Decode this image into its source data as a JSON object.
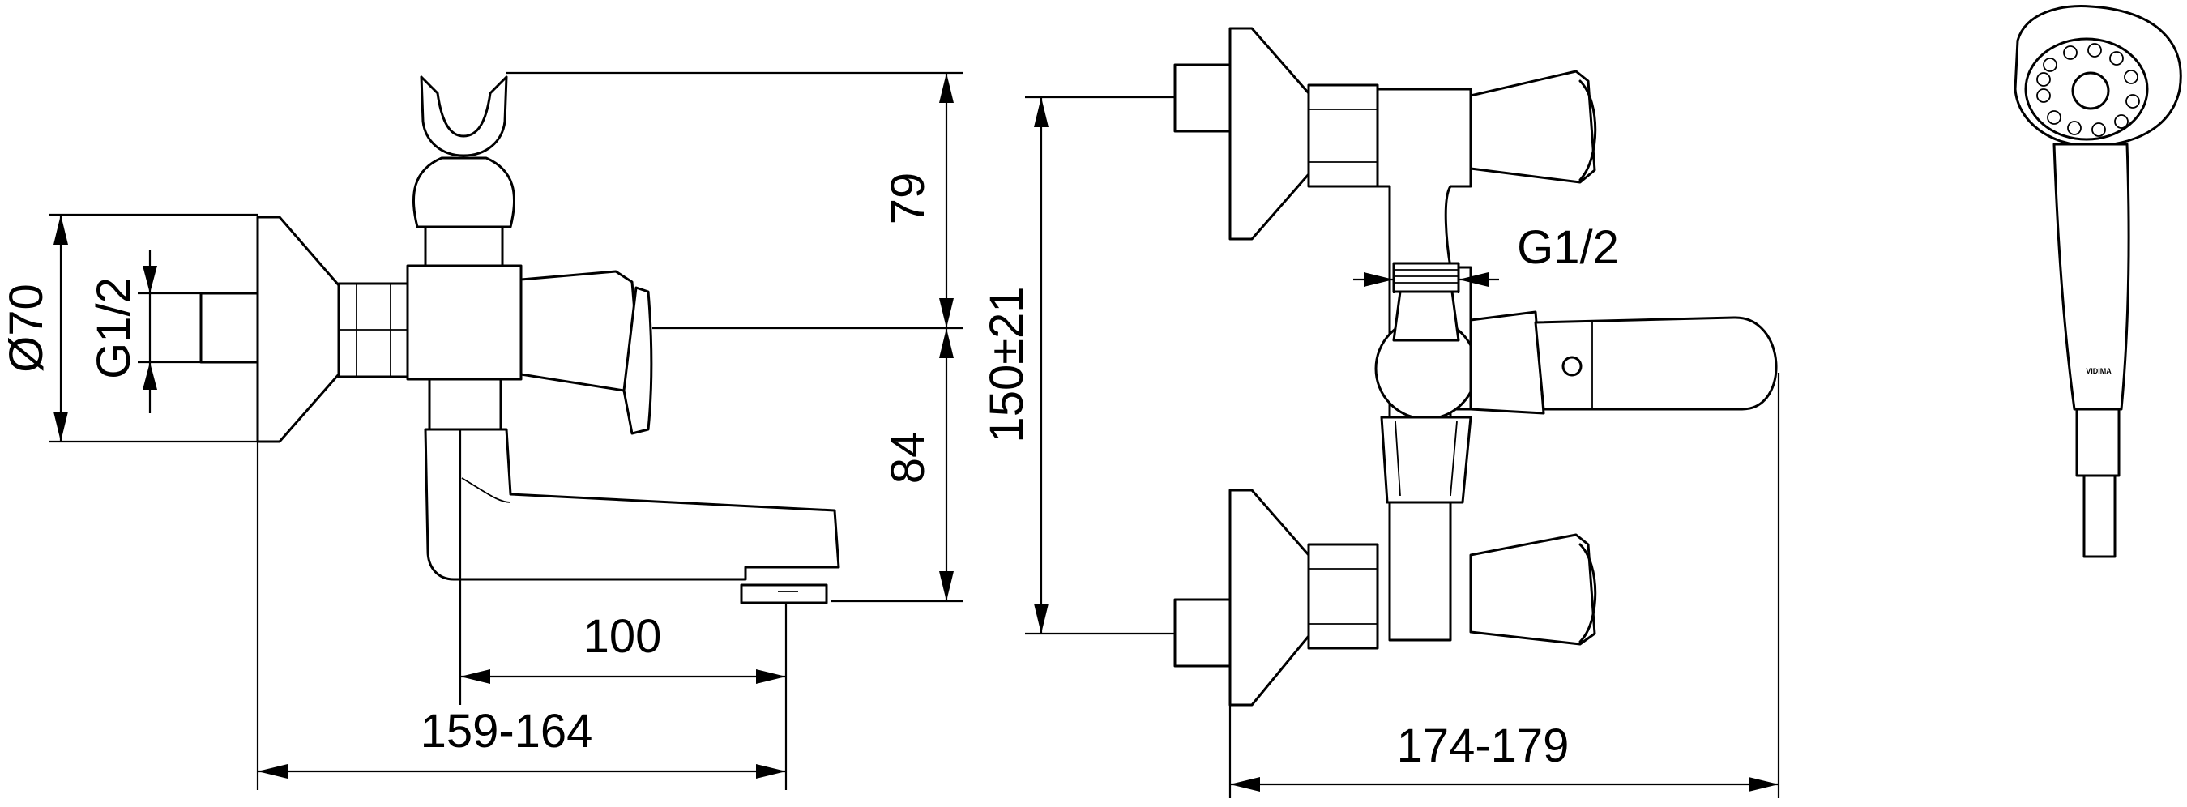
{
  "dimensions": {
    "side_flange_diameter": "Ø70",
    "side_inlet_thread": "G1/2",
    "holder_height": "79",
    "spout_drop": "84",
    "spout_reach": "100",
    "side_total_depth": "159-164",
    "front_center_distance": "150±21",
    "front_outlet_thread": "G1/2",
    "front_total_depth": "174-179"
  },
  "handshower": {
    "brand_mark": "VIDIMA"
  },
  "colors": {
    "line": "#000000",
    "background": "#ffffff"
  }
}
